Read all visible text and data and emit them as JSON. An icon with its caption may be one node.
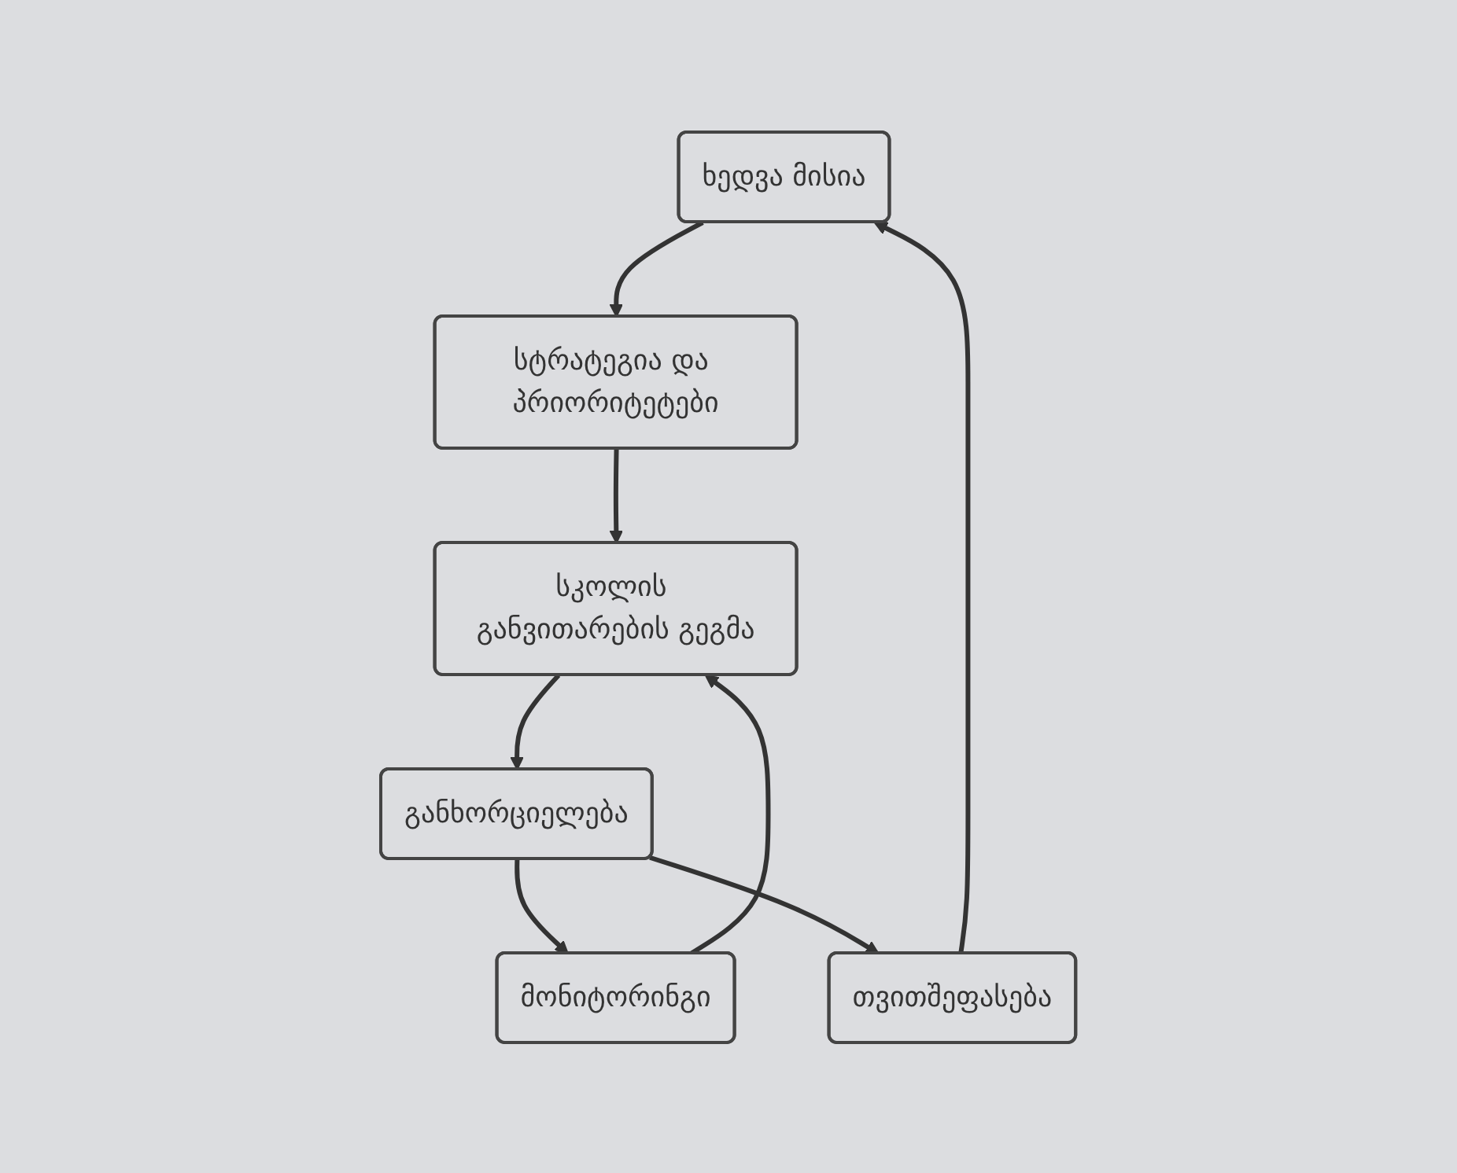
{
  "diagram": {
    "nodes": [
      {
        "text": [
          "ხედვა მისია"
        ]
      },
      {
        "text": [
          "სტრატეგია და პრიორიტეტები"
        ]
      },
      {
        "text": [
          "სკოლის განვითარების გეგმა"
        ]
      },
      {
        "text": [
          "განხორციელება"
        ]
      },
      {
        "text": [
          "თვითშეფასება"
        ]
      },
      {
        "text": [
          "მონიტორინგი"
        ]
      }
    ],
    "edges": [
      {
        "from": 0,
        "to": 1,
        "arrow": "to"
      },
      {
        "from": 1,
        "to": 2,
        "arrow": "to"
      },
      {
        "from": 2,
        "to": 3,
        "arrow": "to"
      },
      {
        "from": 3,
        "to": 5,
        "arrow": "to"
      },
      {
        "from": 5,
        "to": 2,
        "arrow": "to"
      },
      {
        "from": 3,
        "to": 4,
        "arrow": "to"
      },
      {
        "from": 4,
        "to": 0,
        "arrow": "to"
      }
    ]
  }
}
